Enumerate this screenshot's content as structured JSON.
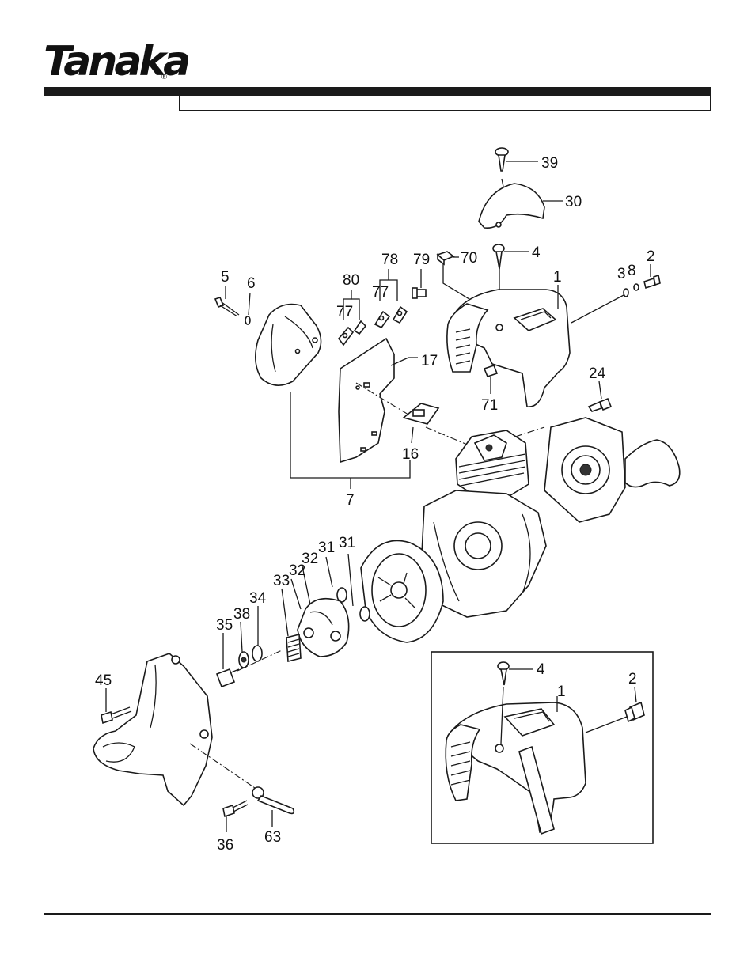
{
  "brand": {
    "logo_text": "Tanaka",
    "registered_mark": "®"
  },
  "diagram": {
    "callouts": [
      {
        "id": "39",
        "label": "39"
      },
      {
        "id": "30",
        "label": "30"
      },
      {
        "id": "4",
        "label": "4"
      },
      {
        "id": "79",
        "label": "79"
      },
      {
        "id": "70",
        "label": "70"
      },
      {
        "id": "78",
        "label": "78"
      },
      {
        "id": "80",
        "label": "80"
      },
      {
        "id": "77a",
        "label": "77"
      },
      {
        "id": "77b",
        "label": "77"
      },
      {
        "id": "5",
        "label": "5"
      },
      {
        "id": "6",
        "label": "6"
      },
      {
        "id": "1",
        "label": "1"
      },
      {
        "id": "3",
        "label": "3"
      },
      {
        "id": "8",
        "label": "8"
      },
      {
        "id": "2",
        "label": "2"
      },
      {
        "id": "17",
        "label": "17"
      },
      {
        "id": "71",
        "label": "71"
      },
      {
        "id": "24",
        "label": "24"
      },
      {
        "id": "16",
        "label": "16"
      },
      {
        "id": "7",
        "label": "7"
      },
      {
        "id": "31a",
        "label": "31"
      },
      {
        "id": "31b",
        "label": "31"
      },
      {
        "id": "32a",
        "label": "32"
      },
      {
        "id": "32b",
        "label": "32"
      },
      {
        "id": "33",
        "label": "33"
      },
      {
        "id": "34",
        "label": "34"
      },
      {
        "id": "38",
        "label": "38"
      },
      {
        "id": "35",
        "label": "35"
      },
      {
        "id": "45",
        "label": "45"
      },
      {
        "id": "36",
        "label": "36"
      },
      {
        "id": "63",
        "label": "63"
      }
    ],
    "inset_callouts": [
      {
        "id": "i4",
        "label": "4"
      },
      {
        "id": "i1",
        "label": "1"
      },
      {
        "id": "i2",
        "label": "2"
      }
    ]
  }
}
